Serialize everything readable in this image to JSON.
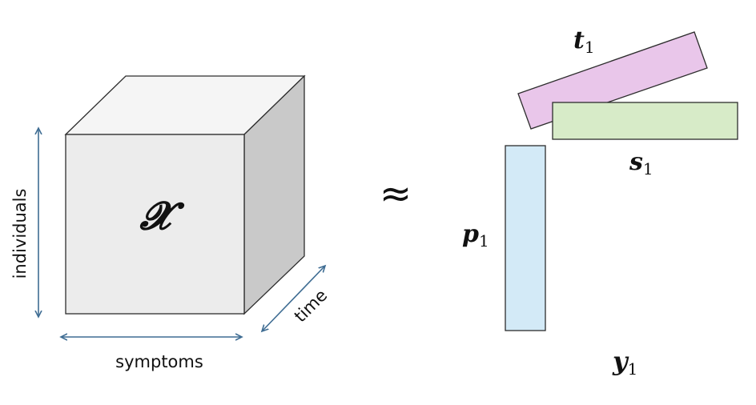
{
  "tensor": {
    "symbol": "𝓧",
    "axis_individuals": "individuals",
    "axis_symptoms": "symptoms",
    "axis_time": "time"
  },
  "approx_symbol": "≈",
  "factors": {
    "t": {
      "symbol": "t",
      "subscript": "1"
    },
    "s": {
      "symbol": "s",
      "subscript": "1"
    },
    "p": {
      "symbol": "p",
      "subscript": "1"
    },
    "y": {
      "symbol": "y",
      "subscript": "1"
    }
  },
  "colors": {
    "cube_front": "#ececec",
    "cube_top": "#f5f5f5",
    "cube_side": "#c9c9c9",
    "outline": "#2d2d2d",
    "arrow": "#3f6d93",
    "t_factor": "#e9c6ea",
    "s_factor": "#d7ebc8",
    "p_factor": "#d3eaf7"
  }
}
